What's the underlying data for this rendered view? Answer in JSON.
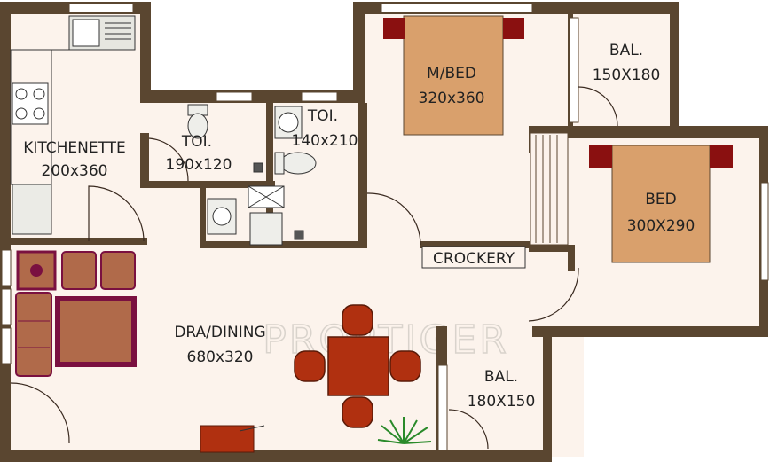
{
  "rooms": {
    "kitchenette": {
      "name": "KITCHENETTE",
      "size": "200x360"
    },
    "toilet1": {
      "name": "TOI.",
      "size": "190x120"
    },
    "toilet2": {
      "name": "TOI.",
      "size": "140x210"
    },
    "master_bed": {
      "name": "M/BED",
      "size": "320x360"
    },
    "balcony1": {
      "name": "BAL.",
      "size": "150X180"
    },
    "bed": {
      "name": "BED",
      "size": "300X290"
    },
    "crockery": {
      "name": "CROCKERY"
    },
    "dining": {
      "name": "DRA/DINING",
      "size": "680x320"
    },
    "balcony2": {
      "name": "BAL.",
      "size": "180X150"
    }
  },
  "watermark": "PROPTIGER",
  "colors": {
    "wall": "#5a4630",
    "floor": "#fcf3ec",
    "bed": "#d9a06c",
    "pillow": "#8a1010",
    "sofa": "#b06a4a",
    "sofa_frame": "#7a1040",
    "dining": "#b03010",
    "plant": "#2a8a2a"
  }
}
